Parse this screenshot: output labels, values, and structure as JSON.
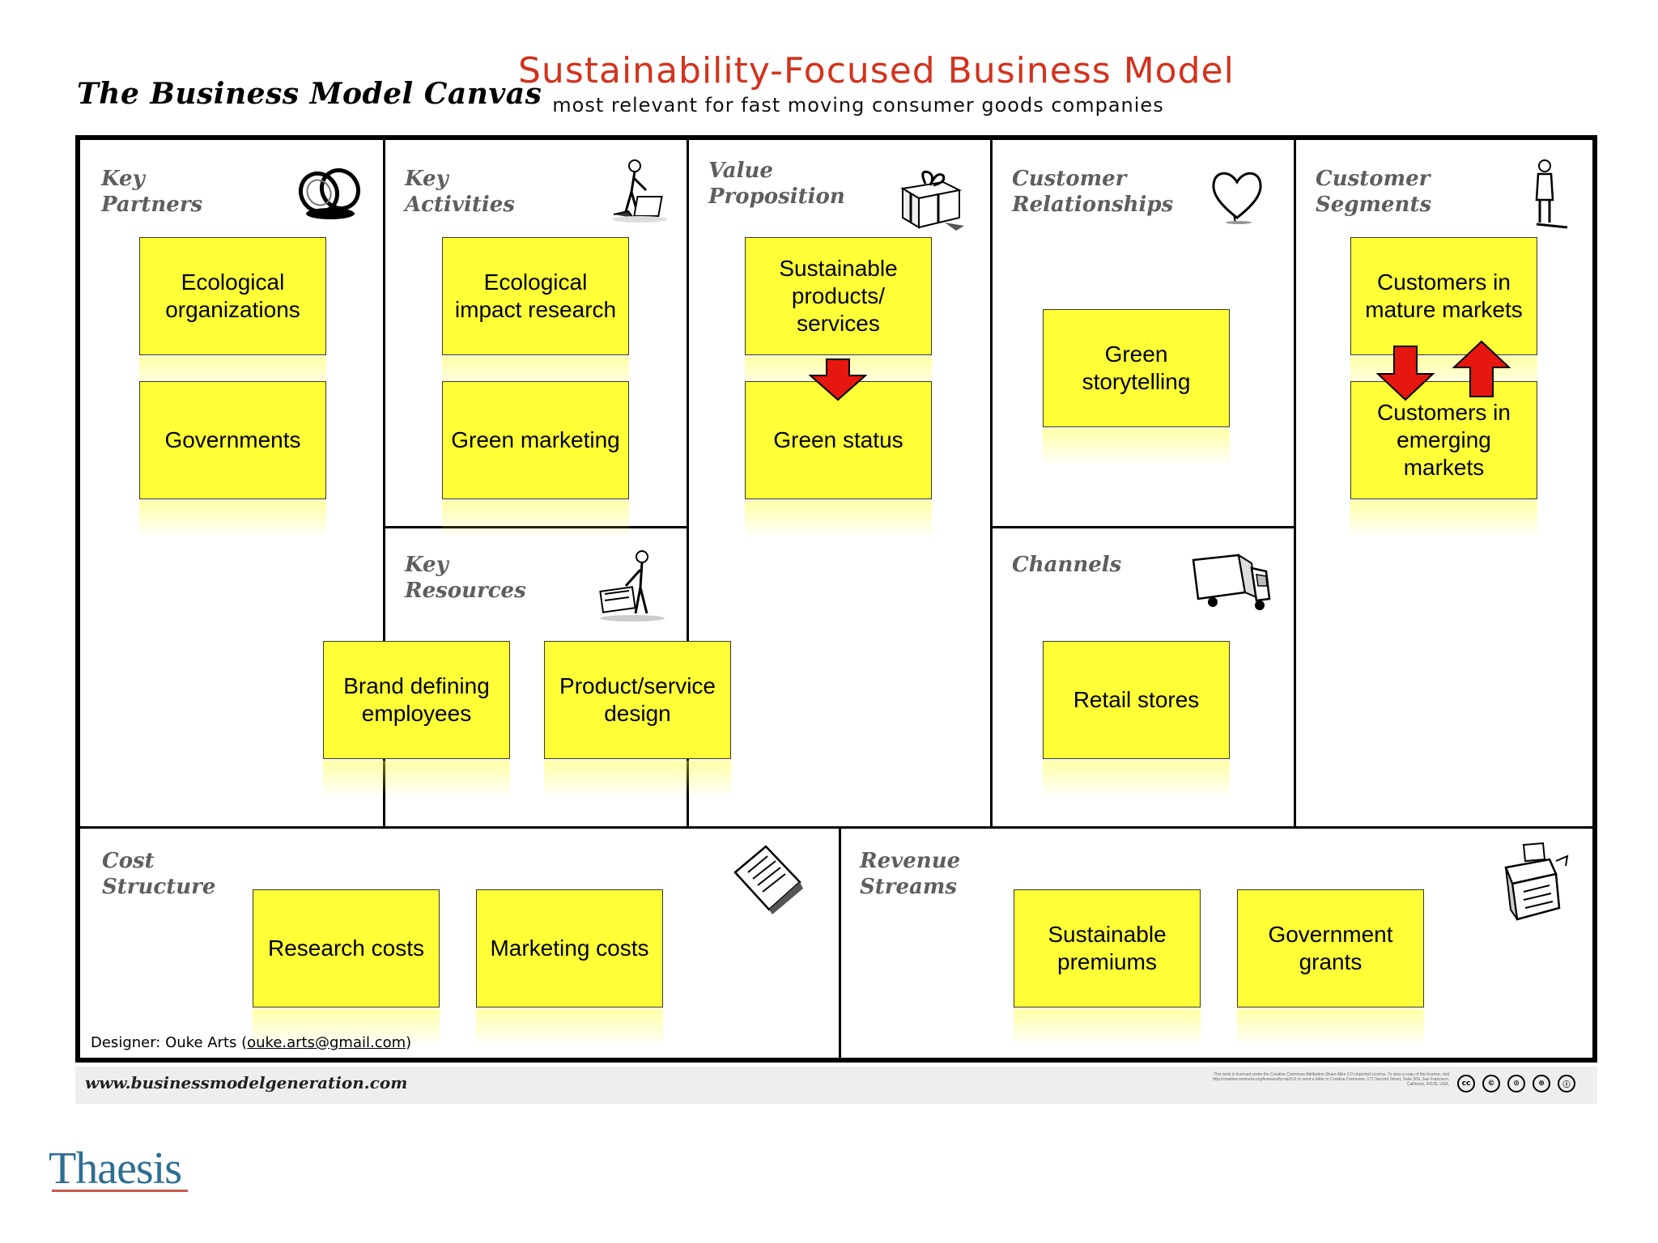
{
  "header": {
    "canvas_title": "The Business Model Canvas",
    "main_title": "Sustainability-Focused Business Model",
    "subtitle": "most relevant for fast moving consumer goods companies"
  },
  "blocks": {
    "key_partners": {
      "label_line1": "Key",
      "label_line2": "Partners",
      "icon": "chain-links-icon"
    },
    "key_activities": {
      "label_line1": "Key",
      "label_line2": "Activities",
      "icon": "worker-pushing-icon"
    },
    "key_resources": {
      "label_line1": "Key",
      "label_line2": "Resources",
      "icon": "worker-with-machine-icon"
    },
    "value_proposition": {
      "label_line1": "Value",
      "label_line2": "Proposition",
      "icon": "gift-icon"
    },
    "customer_relationships": {
      "label_line1": "Customer",
      "label_line2": "Relationships",
      "icon": "heart-icon"
    },
    "channels": {
      "label_line1": "Channels",
      "icon": "truck-icon"
    },
    "customer_segments": {
      "label_line1": "Customer",
      "label_line2": "Segments",
      "icon": "person-icon"
    },
    "cost_structure": {
      "label_line1": "Cost",
      "label_line2": "Structure",
      "icon": "invoice-icon"
    },
    "revenue_streams": {
      "label_line1": "Revenue",
      "label_line2": "Streams",
      "icon": "cash-register-icon"
    }
  },
  "notes": {
    "ecological_organizations": "Ecological organizations",
    "governments": "Governments",
    "ecological_impact_research": "Ecological impact research",
    "green_marketing": "Green marketing",
    "sustainable_products_services": "Sustainable products/ services",
    "green_status": "Green status",
    "green_storytelling": "Green storytelling",
    "customers_mature": "Customers in mature markets",
    "customers_emerging": "Customers in emerging markets",
    "brand_defining_employees": "Brand defining employees",
    "product_service_design": "Product/service design",
    "retail_stores": "Retail stores",
    "research_costs": "Research costs",
    "marketing_costs": "Marketing costs",
    "sustainable_premiums": "Sustainable premiums",
    "government_grants": "Government grants"
  },
  "colors": {
    "note_fill": "#ffff38",
    "arrow_red": "#e5170e",
    "title_red": "#d2331e",
    "logo_blue": "#2f6e93"
  },
  "footer": {
    "designer_prefix": "Designer: Ouke Arts (",
    "designer_email": "ouke.arts@gmail.com",
    "designer_suffix": ")",
    "website": "www.businessmodelgeneration.com",
    "license_text": "This work is licensed under the Creative Commons Attribution-Share Alike 3.0 Unported License. To view a copy of this license, visit http://creativecommons.org/licenses/by-sa/3.0/ or send a letter to Creative Commons, 171 Second Street, Suite 300, San Francisco, California, 94105, USA.",
    "license_badges": [
      "cc",
      "©",
      "⊙",
      "⊛",
      "ⓘ"
    ]
  },
  "logo": {
    "text": "Thaesis"
  }
}
